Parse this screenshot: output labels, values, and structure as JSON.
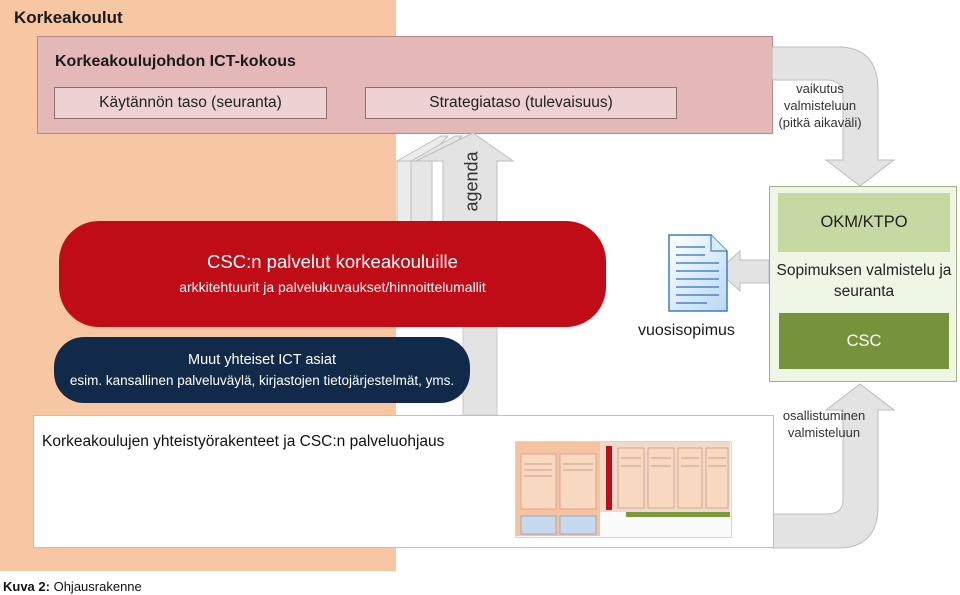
{
  "organization": {
    "title": "Korkeakoulut"
  },
  "ict_meeting": {
    "title": "Korkeakoulujohdon ICT-kokous",
    "practical_level": "Käytännön taso (seuranta)",
    "strategic_level": "Strategiataso (tulevaisuus)"
  },
  "agenda": {
    "label": "agenda"
  },
  "csc_services": {
    "title": "CSC:n palvelut korkeakouluille",
    "subtitle": "arkkitehtuurit ja palvelukuvaukset/hinnoittelumallit"
  },
  "other_ict": {
    "title": "Muut yhteiset ICT asiat",
    "subtitle": "esim. kansallinen palveluväylä, kirjastojen tietojärjestelmät, yms."
  },
  "cooperation": {
    "title": "Korkeakoulujen yhteistyörakenteet ja CSC:n palveluohjaus"
  },
  "annual_agreement": {
    "label": "vuosisopimus"
  },
  "impact": {
    "label": "vaikutus valmisteluun (pitkä aikaväli)"
  },
  "ministry": {
    "name": "OKM/KTPO",
    "agreement_prep": "Sopimuksen valmistelu ja seuranta",
    "csc": "CSC"
  },
  "participation": {
    "label": "osallistuminen valmisteluun"
  },
  "caption": {
    "prefix": "Kuva 2:",
    "text": "Ohjausrakenne"
  },
  "icons": {
    "document": "document-icon",
    "arrows": [
      "up-arrow",
      "left-arrow",
      "curved-down-arrow",
      "curved-up-arrow"
    ]
  },
  "colors": {
    "background_panel": "#f7c6a2",
    "ict_meeting": "#e4b8b9",
    "csc_services": "#c00c17",
    "other_ict": "#112a49",
    "ministry_box": "#c6d9a3",
    "csc_box": "#76933c",
    "arrow_fill": "#e3e3e3"
  }
}
